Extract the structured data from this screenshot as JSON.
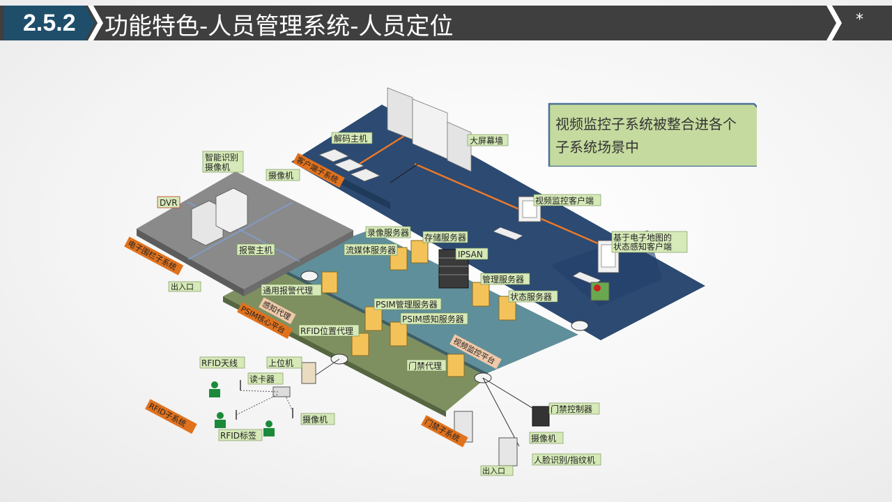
{
  "header": {
    "section_number": "2.5.2",
    "title": "功能特色-人员管理系统-人员定位",
    "slide_mark": "*"
  },
  "callout": {
    "line1": "视频监控子系统被整合进各个",
    "line2": "子系统场景中"
  },
  "labels": {
    "decoder": "解码主机",
    "video_wall": "大屏幕墙",
    "client_subsystem": "客户端子系统",
    "smart_camera_1": "智能识别",
    "smart_camera_2": "摄像机",
    "camera_top": "摄像机",
    "dvr": "DVR",
    "fence_subsystem": "电子围栏子系统",
    "alarm_host": "报警主机",
    "entrance_left": "出入口",
    "record_server": "录像服务器",
    "storage_server": "存储服务器",
    "stream_server": "流媒体服务器",
    "ipsan": "IPSAN",
    "video_client": "视频监控客户端",
    "map_client_1": "基于电子地图的",
    "map_client_2": "状态感知客户端",
    "mgmt_server": "管理服务器",
    "status_server": "状态服务器",
    "alarm_agent": "通用报警代理",
    "sense_agent": "感知代理",
    "psim_core": "PSIM核心平台",
    "psim_mgmt": "PSIM管理服务器",
    "psim_sense": "PSIM感知服务器",
    "rfid_agent": "RFID位置代理",
    "video_platform": "视频监控平台",
    "access_agent": "门禁代理",
    "rfid_antenna": "RFID天线",
    "upper_pc": "上位机",
    "card_reader": "读卡器",
    "rfid_subsystem": "RFID子系统",
    "camera_rfid": "摄像机",
    "rfid_tag": "RFID标签",
    "access_subsystem": "门禁子系统",
    "access_controller": "门禁控制器",
    "camera_access": "摄像机",
    "face_reader": "人脸识别/指纹机",
    "entrance_bottom": "出入口"
  },
  "colors": {
    "header_bg": "#4a4a4a",
    "section_bg": "#1f4e6b",
    "client_floor": "#2c4a72",
    "fence_floor": "#8a8a8a",
    "video_platform": "#5f8f9a",
    "psim_floor": "#7f9060",
    "label_bg": "#d6e9b8",
    "orange_label": "#e0721e",
    "callout_bg": "#c5da9e",
    "callout_border": "#4b6f96"
  }
}
